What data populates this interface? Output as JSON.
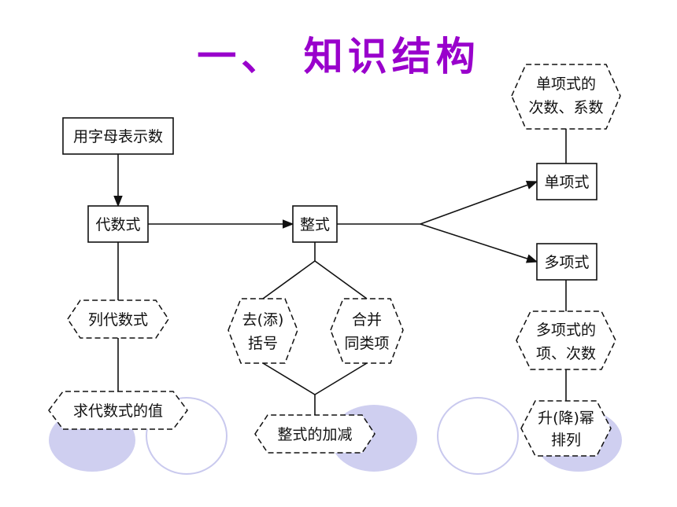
{
  "title": "一、 知识结构",
  "nodes": {
    "letters_for_numbers": "用字母表示数",
    "algebraic_expression": "代数式",
    "polynomial_expression": "整式",
    "monomial": "单项式",
    "polynomial": "多项式",
    "write_expression": "列代数式",
    "evaluate_expression": "求代数式的值",
    "remove_brackets_line1": "去(添)",
    "remove_brackets_line2": "括号",
    "combine_like_terms_line1": "合并",
    "combine_like_terms_line2": "同类项",
    "add_subtract": "整式的加减",
    "monomial_degree_line1": "单项式的",
    "monomial_degree_line2": "次数、系数",
    "polynomial_terms_line1": "多项式的",
    "polynomial_terms_line2": "项、次数",
    "ordering_line1": "升(降)幂",
    "ordering_line2": "排列"
  },
  "colors": {
    "title": "#9900cc",
    "decoration": "#c9c9ee"
  }
}
